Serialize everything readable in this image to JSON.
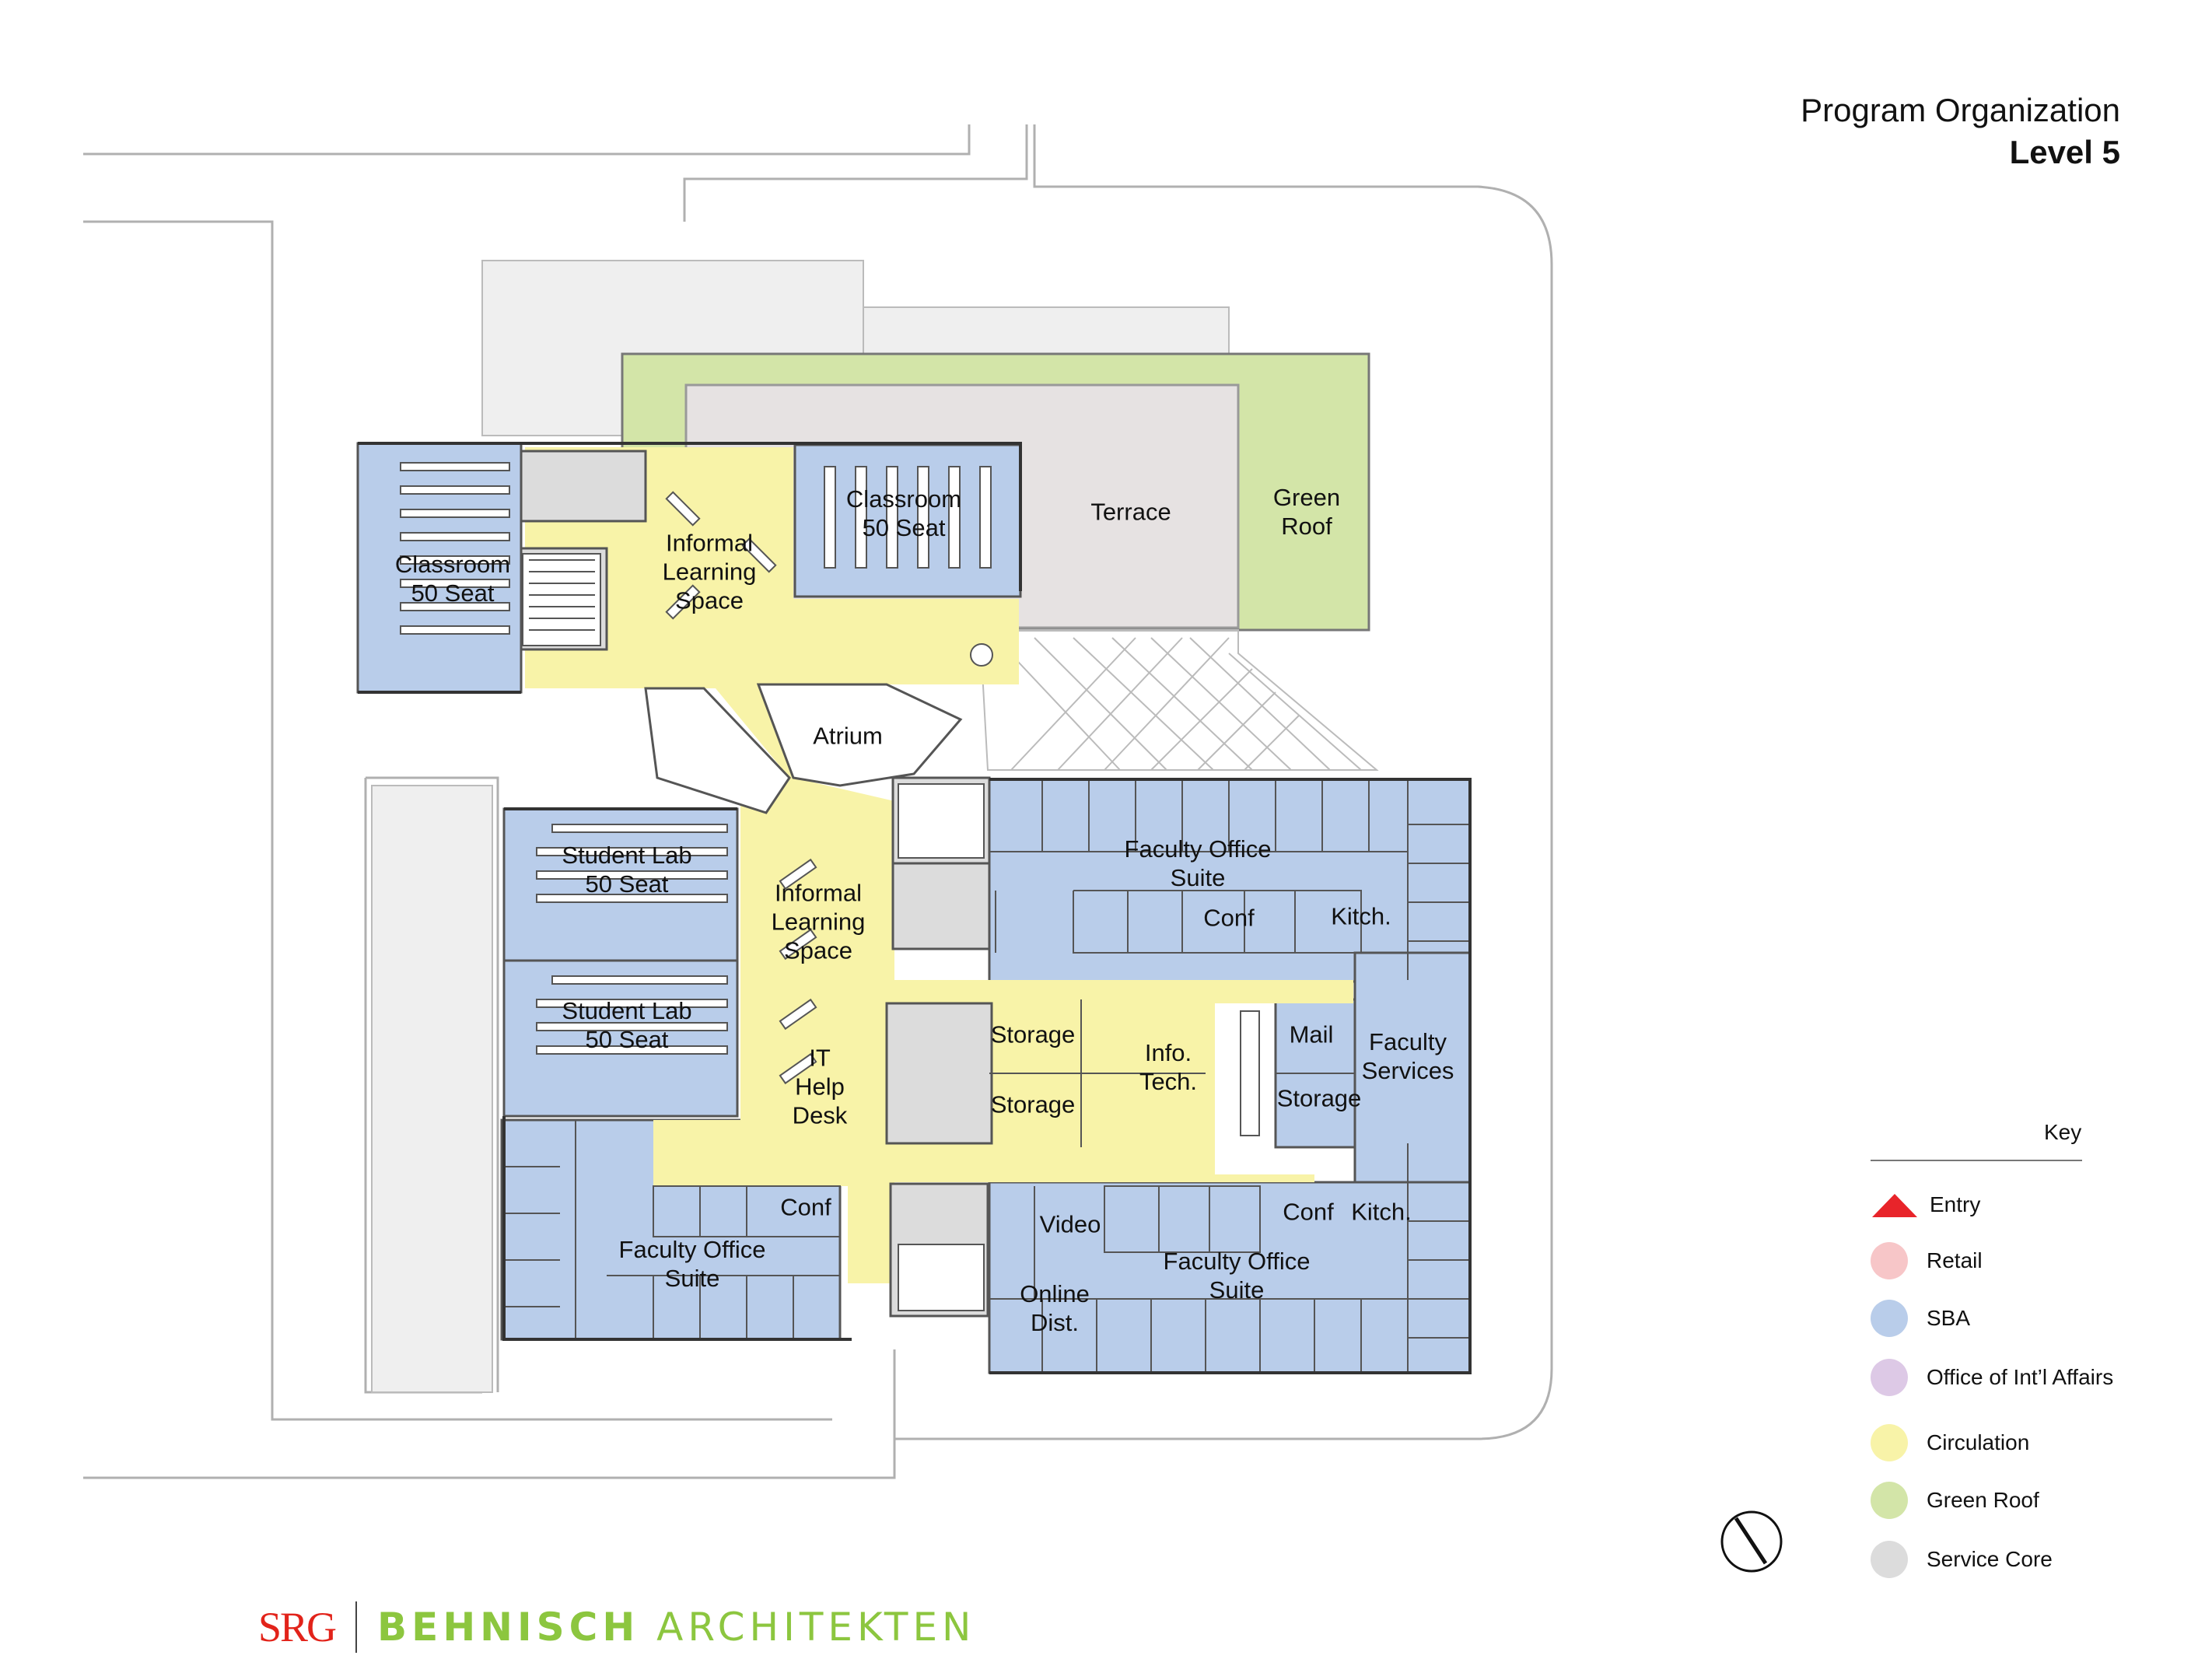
{
  "header": {
    "title": "Program Organization",
    "subtitle": "Level 5"
  },
  "rooms": {
    "classroom_w": "Classroom\n50 Seat",
    "classroom_n": "Classroom\n50 Seat",
    "informal_n": "Informal\nLearning\nSpace",
    "terrace": "Terrace",
    "green_roof": "Green\nRoof",
    "atrium": "Atrium",
    "student_lab_1": "Student Lab\n50 Seat",
    "student_lab_2": "Student Lab\n50 Seat",
    "informal_s": "Informal\nLearning\nSpace",
    "it_help": "IT\nHelp\nDesk",
    "faculty_suite_ne": "Faculty Office\nSuite",
    "conf_ne": "Conf",
    "kitch_ne": "Kitch.",
    "storage_1": "Storage",
    "storage_2": "Storage",
    "info_tech": "Info.\nTech.",
    "mail": "Mail",
    "storage_3": "Storage",
    "faculty_services": "Faculty\nServices",
    "conf_sw": "Conf",
    "faculty_suite_sw": "Faculty Office\nSuite",
    "video": "Video",
    "online_dist": "Online\nDist.",
    "conf_se": "Conf",
    "kitch_se": "Kitch.",
    "faculty_suite_se": "Faculty Office\nSuite"
  },
  "key": {
    "title": "Key",
    "items": [
      {
        "label": "Entry",
        "color": "#e8242a",
        "shape": "triangle"
      },
      {
        "label": "Retail",
        "color": "#f7c6c8",
        "shape": "circle"
      },
      {
        "label": "SBA",
        "color": "#b9cdea",
        "shape": "circle"
      },
      {
        "label": "Office of Int’l Affairs",
        "color": "#ddc9e6",
        "shape": "circle"
      },
      {
        "label": "Circulation",
        "color": "#f8f3a8",
        "shape": "circle"
      },
      {
        "label": "Green Roof",
        "color": "#d3e5a8",
        "shape": "circle"
      },
      {
        "label": "Service Core",
        "color": "#dcdcdc",
        "shape": "circle"
      }
    ]
  },
  "colors": {
    "sba": "#b9cdea",
    "circulation": "#f8f3a8",
    "green_roof": "#d3e5a8",
    "service_core": "#dcdcdc",
    "terrace": "#e6e2e2"
  },
  "logo": {
    "srg": "SRG",
    "behnisch": "BEHNISCH",
    "architekten": "ARCHITEKTEN"
  }
}
